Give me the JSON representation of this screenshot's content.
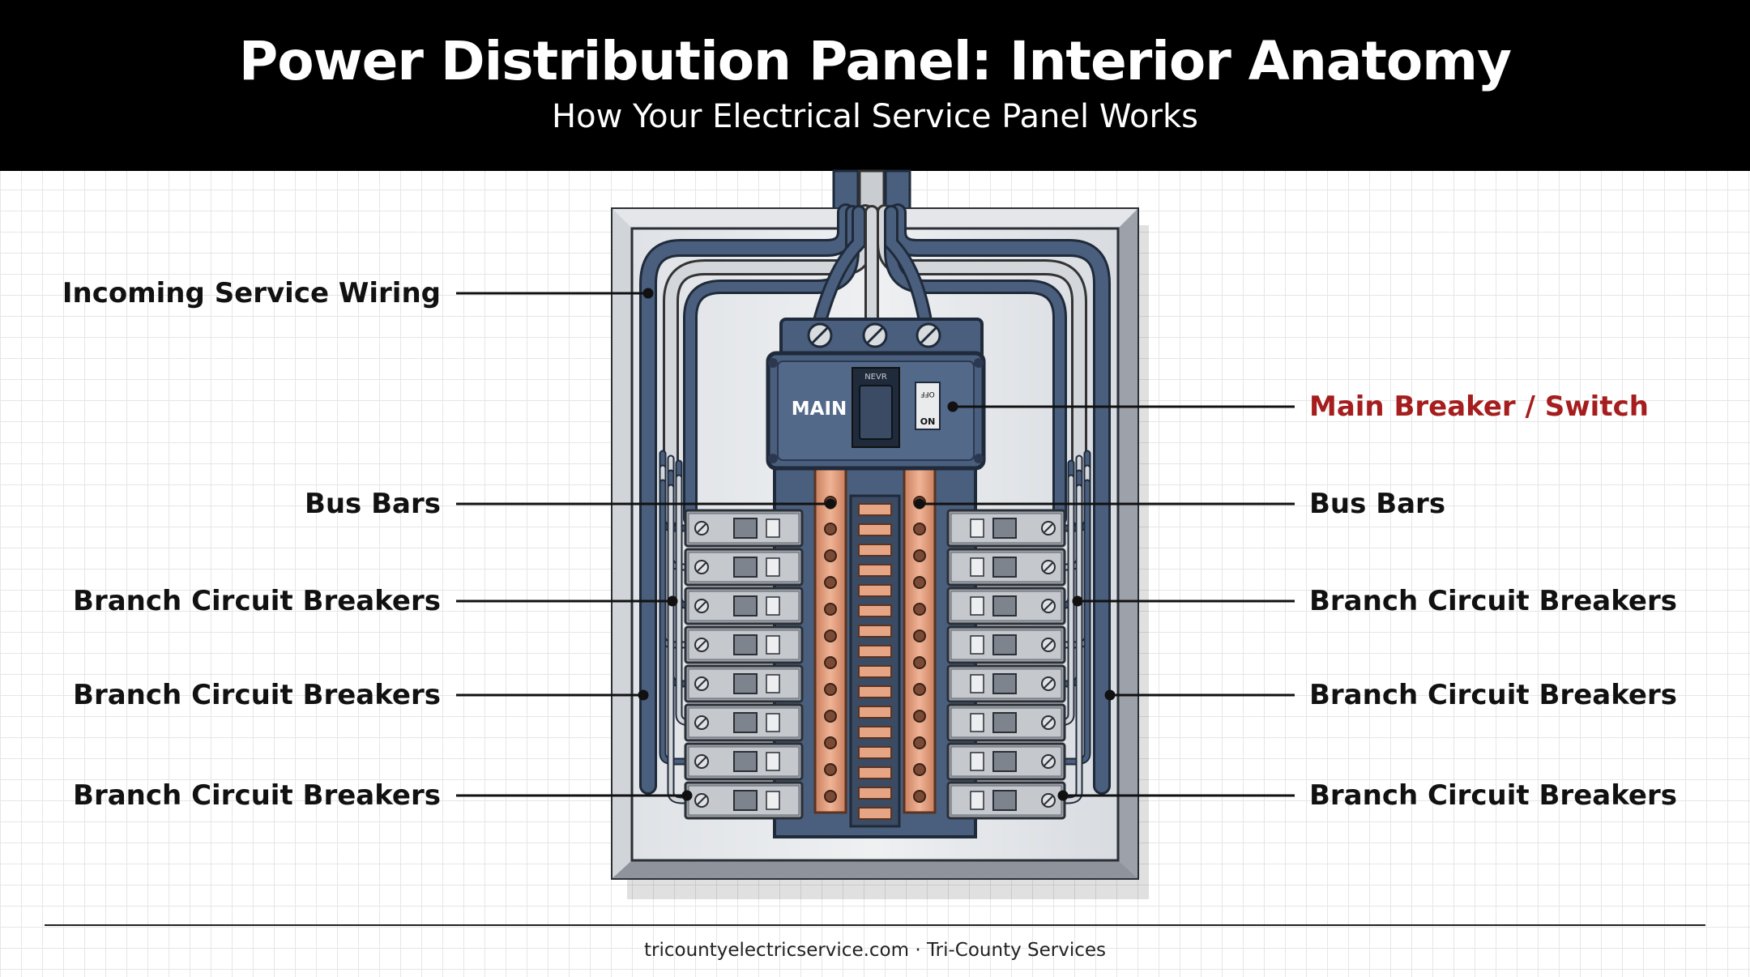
{
  "header": {
    "title": "Power Distribution Panel: Interior Anatomy",
    "subtitle": "How Your Electrical Service Panel Works"
  },
  "labels": {
    "incoming_service_wiring": "Incoming Service Wiring",
    "main_breaker": "Main Breaker / Switch",
    "bus_bars_left": "Bus Bars",
    "bus_bars_right": "Bus Bars",
    "branch_left_1": "Branch Circuit Breakers",
    "branch_left_2": "Branch Circuit Breakers",
    "branch_left_3": "Branch Circuit Breakers",
    "branch_right_1": "Branch Circuit Breakers",
    "branch_right_2": "Branch Circuit Breakers",
    "branch_right_3": "Branch Circuit Breakers"
  },
  "panel": {
    "main_label": "MAIN",
    "handle_label": "NEVR",
    "state_on": "ON",
    "state_off": "OFF",
    "breakers_per_side": 8
  },
  "colors": {
    "header_bg": "#000000",
    "accent_red": "#a51d1d",
    "wire_blue": "#4a5f7d",
    "copper": "#d9987a",
    "panel_gray": "#c9ccd1"
  },
  "footer": {
    "text": "tricountyelectricservice.com · Tri-County Services"
  }
}
